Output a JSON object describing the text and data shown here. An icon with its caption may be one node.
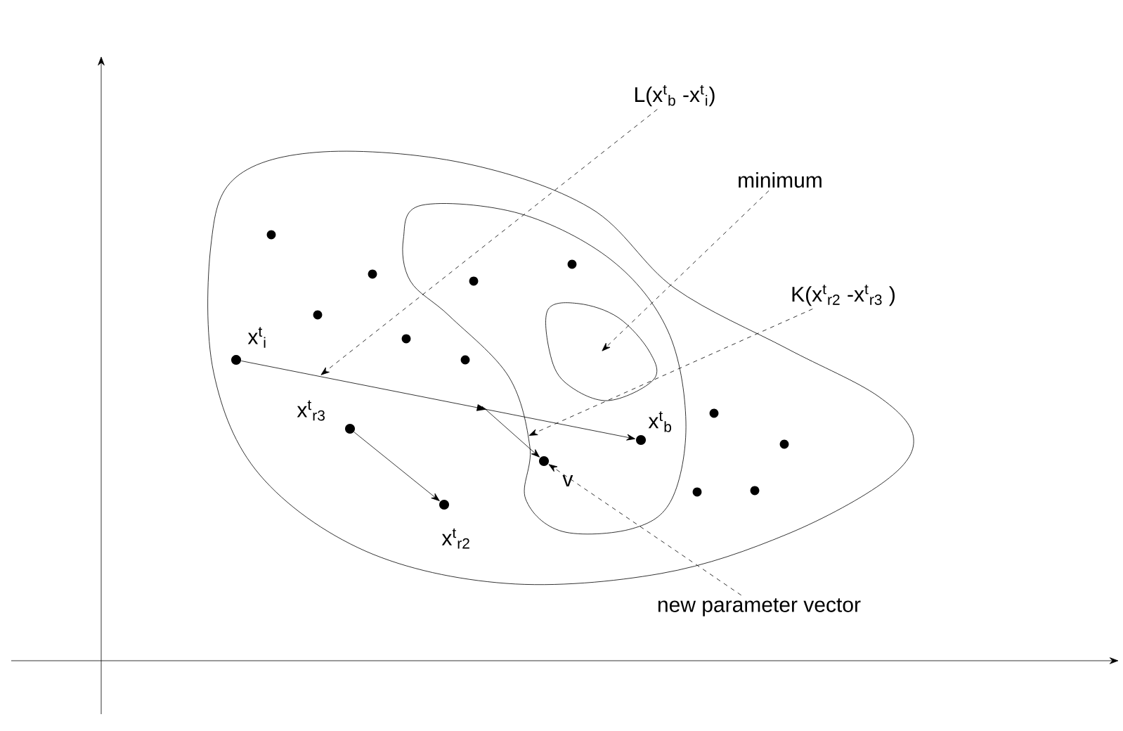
{
  "diagram": {
    "nodes": [
      {
        "text": [],
        "shape": "circle",
        "beside": [
          "x$^{t}$$_{i}$"
        ]
      },
      {
        "text": [],
        "shape": "circle",
        "beside": [
          "x$^{t}$$_{b}$"
        ]
      },
      {
        "text": [],
        "shape": "circle",
        "beside": [
          "x$^{t}$$_{r3}$"
        ]
      },
      {
        "text": [],
        "shape": "circle",
        "beside": [
          "x$^{t}$$_{r2}$"
        ]
      },
      {
        "text": [],
        "shape": "circle",
        "beside": [
          "v"
        ]
      },
      {
        "text": [
          "L(x$^{t}$$_{b}$ -x$^{t}$$_{i}$)"
        ]
      },
      {
        "text": [
          "minimum"
        ]
      },
      {
        "text": [
          "K(x$^{t}$$_{r2}$ -x$^{t}$$_{r3}$ )"
        ]
      },
      {
        "text": [
          "new parameter vector"
        ]
      },
      {
        "text": [],
        "shape": "contour"
      }
    ],
    "edges": [
      {
        "from": 0,
        "to": 1,
        "arrow": "to"
      },
      {
        "from": 2,
        "to": 3,
        "arrow": "to"
      },
      {
        "from": null,
        "to": 4,
        "arrow": "to"
      },
      {
        "from": 5,
        "to": null,
        "arrow": "to",
        "style": "dashed"
      },
      {
        "from": 6,
        "to": 9,
        "arrow": "to",
        "style": "dashed"
      },
      {
        "from": 7,
        "to": null,
        "arrow": "to",
        "style": "dashed"
      },
      {
        "from": 8,
        "to": 4,
        "arrow": "to",
        "style": "dashed"
      }
    ]
  }
}
